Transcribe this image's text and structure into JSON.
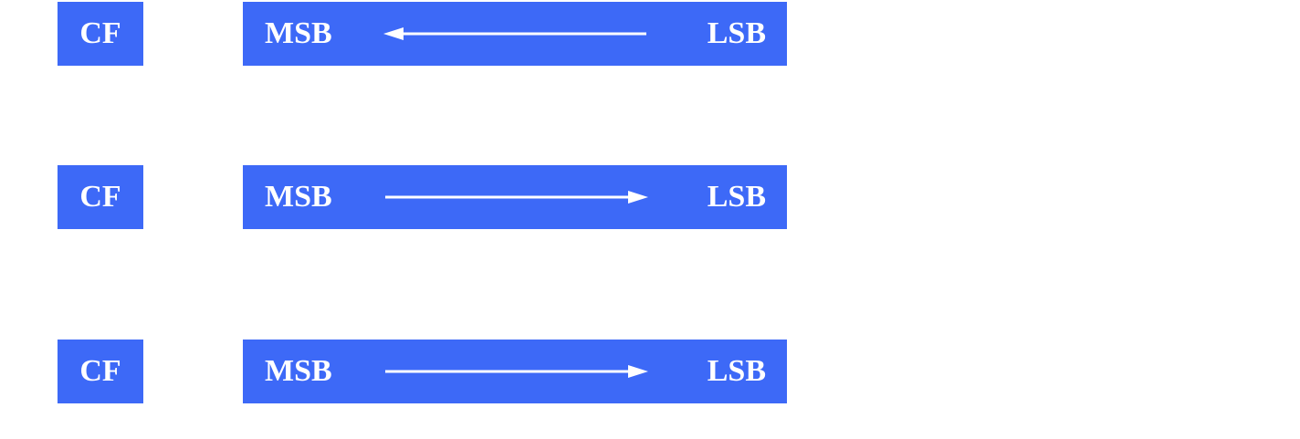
{
  "colors": {
    "box_fill": "#3d69f7",
    "text": "#ffffff",
    "background": "#ffffff"
  },
  "rows": [
    {
      "carry_flag": "CF",
      "msb": "MSB",
      "lsb": "LSB",
      "arrow_direction": "left"
    },
    {
      "carry_flag": "CF",
      "msb": "MSB",
      "lsb": "LSB",
      "arrow_direction": "right"
    },
    {
      "carry_flag": "CF",
      "msb": "MSB",
      "lsb": "LSB",
      "arrow_direction": "right"
    }
  ]
}
